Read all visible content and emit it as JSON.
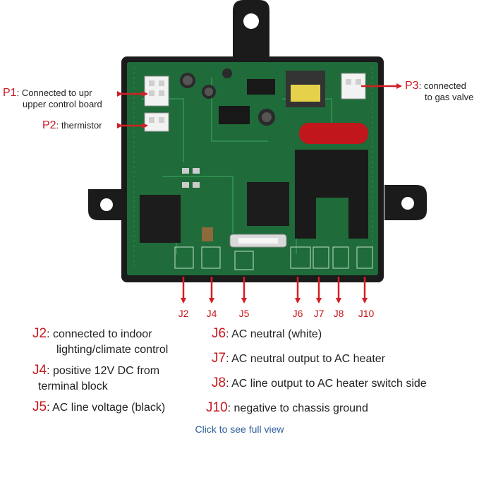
{
  "callouts": {
    "p1": {
      "tag": "P1",
      "line1": "Connected to upr",
      "line2": "upper control board"
    },
    "p2": {
      "tag": "P2",
      "text": "thermistor"
    },
    "p3": {
      "tag": "P3",
      "line1": "connected",
      "line2": "to gas valve"
    }
  },
  "jacks": [
    "J2",
    "J4",
    "J5",
    "J6",
    "J7",
    "J8",
    "J10"
  ],
  "legend": {
    "j2": {
      "tag": "J2",
      "line1": "connected to indoor",
      "line2": "lighting/climate control"
    },
    "j4": {
      "tag": "J4",
      "line1": "positive 12V DC from",
      "line2": "terminal block"
    },
    "j5": {
      "tag": "J5",
      "text": "AC line voltage (black)"
    },
    "j6": {
      "tag": "J6",
      "text": "AC neutral (white)"
    },
    "j7": {
      "tag": "J7",
      "text": "AC neutral output to AC heater"
    },
    "j8": {
      "tag": "J8",
      "text": "AC line output to AC heater switch side"
    },
    "j10": {
      "tag": "J10",
      "text": "negative to chassis ground"
    }
  },
  "link_text": "Click to see full view",
  "colors": {
    "arrow": "#d51e23",
    "board": "#1f6b3a",
    "housing": "#1b1b1b",
    "link": "#2f5f9c"
  }
}
